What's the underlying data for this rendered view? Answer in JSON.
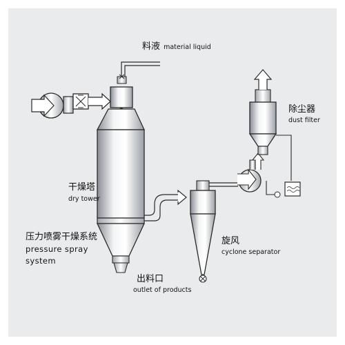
{
  "labels": {
    "material_liquid": {
      "zh": "料液",
      "en": "material liquid"
    },
    "dry_tower": {
      "zh": "干燥塔",
      "en": "dry tower"
    },
    "system": {
      "zh": "压力喷雾干燥系统",
      "en_line1": "pressure spray",
      "en_line2": "system"
    },
    "outlet": {
      "zh": "出料口",
      "en": "outlet of products"
    },
    "cyclone": {
      "zh": "旋风",
      "en": "cyclone separator"
    },
    "dust_filter": {
      "zh": "除尘器",
      "en": "dust filter"
    }
  },
  "colors": {
    "background": "#ffffff",
    "panel": "#eaebed",
    "stroke": "#2a2a2a",
    "metal_light": "#ffffff",
    "metal_mid": "#d4d6da",
    "metal_dark": "#7a7e85"
  }
}
